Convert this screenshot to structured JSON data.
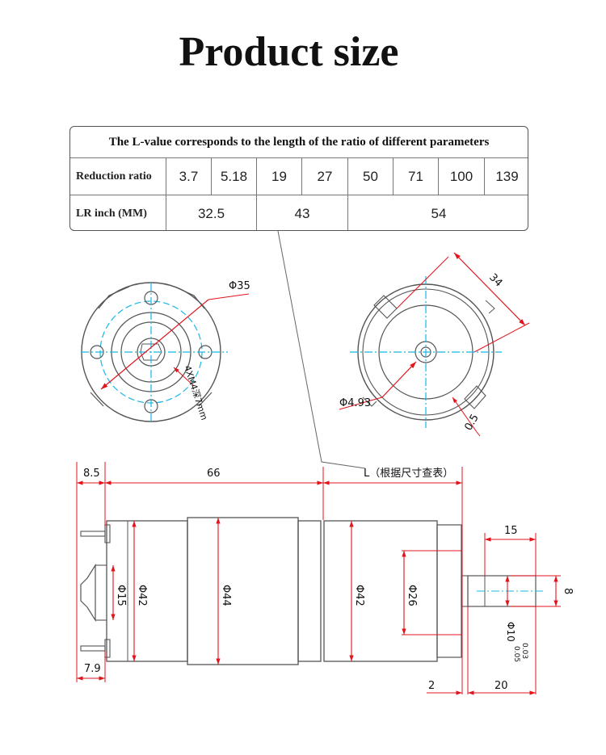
{
  "title": "Product size",
  "table": {
    "header": "The L-value corresponds to the length of the ratio of different parameters",
    "ratio_label": "Reduction ratio",
    "ratios": [
      "3.7",
      "5.18",
      "19",
      "27",
      "50",
      "71",
      "100",
      "139"
    ],
    "lr_label": "LR inch (MM)",
    "lr_values": [
      "32.5",
      "43",
      "54"
    ]
  },
  "front_view": {
    "dia_label": "Φ35",
    "hole_label": "4XM4深7mm"
  },
  "rear_view": {
    "size_label": "34",
    "bore_label": "Φ4.93",
    "gap_label": "0.5"
  },
  "side_view": {
    "dim_85": "8.5",
    "dim_66": "66",
    "dim_L": "L（根据尺寸查表）",
    "dim_15": "Φ15",
    "dim_42a": "Φ42",
    "dim_44": "Φ44",
    "dim_42b": "Φ42",
    "dim_26": "Φ26",
    "dim_shaft": "Φ10",
    "dim_tol_up": "0.03",
    "dim_tol_low": "0.05",
    "dim_shaft_len": "15",
    "dim_8": "8",
    "dim_2": "2",
    "dim_20": "20",
    "dim_79": "7.9"
  },
  "colors": {
    "dimension": "#e2141c",
    "center": "#16b8e6",
    "outline": "#444444"
  }
}
